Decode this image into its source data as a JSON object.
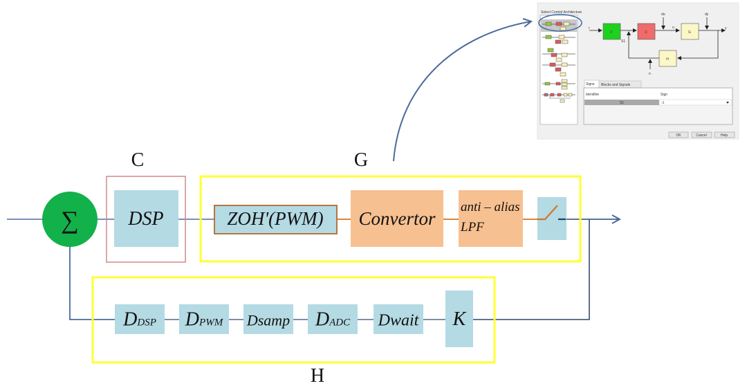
{
  "diagram": {
    "group_labels": {
      "controller": "C",
      "plant": "G",
      "feedback": "H"
    },
    "summing_junction": {
      "symbol": "∑"
    },
    "forward_path": {
      "dsp": "DSP",
      "zoh": "ZOH'(PWM)",
      "convertor": "Convertor",
      "lpf_line1": "anti – alias",
      "lpf_line2": "LPF",
      "sampler": "sampler-switch-icon"
    },
    "feedback_path": {
      "blocks": [
        {
          "main": "D",
          "sub": "DSP"
        },
        {
          "main": "D",
          "sub": "PWM"
        },
        {
          "main": "Dsamp",
          "sub": ""
        },
        {
          "main": "D",
          "sub": "ADC"
        },
        {
          "main": "Dwait",
          "sub": ""
        },
        {
          "main": "K",
          "sub": ""
        }
      ]
    },
    "colors": {
      "block_blue": "#b4dae4",
      "block_orange": "#f7c090",
      "sum_green": "#13b14a",
      "group_yellow": "#ffff33",
      "controller_box": "#d08a8a",
      "wire_blue": "#4a6a9a",
      "wire_orange": "#d0762a"
    }
  },
  "inset": {
    "panel_title": "Select Control Architecture",
    "diagram_labels": {
      "r": "r",
      "F": "F",
      "C": "C",
      "G": "G",
      "H": "H",
      "S1": "S1",
      "du": "du",
      "dy": "dy",
      "u": "u",
      "y": "y",
      "n": "n"
    },
    "tabs": [
      "Signs",
      "Blocks and Signals"
    ],
    "table": {
      "headers": [
        "Identifier",
        "Sign"
      ],
      "rows": [
        {
          "identifier": "S1",
          "sign": "-1"
        }
      ]
    },
    "buttons": {
      "ok": "OK",
      "cancel": "Cancel",
      "help": "Help"
    }
  }
}
